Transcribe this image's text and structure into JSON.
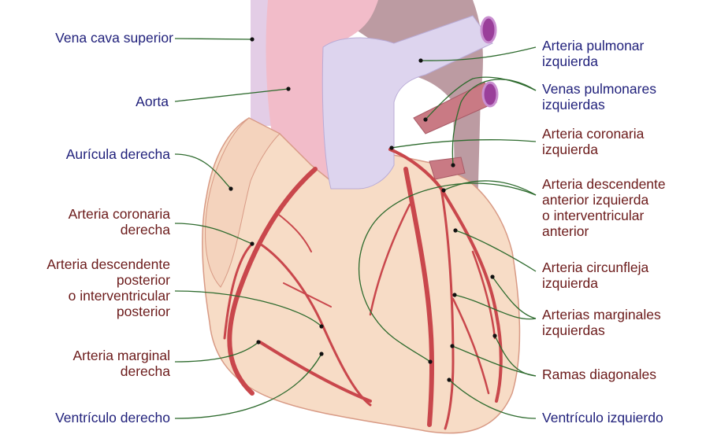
{
  "colors": {
    "left_label_blue": "#1f1f7a",
    "label_dark_red": "#6b1a1a",
    "leader_green": "#2e6b2e",
    "heart_fill": "#f7dcc6",
    "artery_red": "#c9474c",
    "vessel_lavender": "#ddd4ee",
    "aorta_pink": "#f2bcc9"
  },
  "labels_left": [
    {
      "id": "vena-cava-superior",
      "lines": [
        "Vena cava superior"
      ],
      "color": "blue"
    },
    {
      "id": "aorta",
      "lines": [
        "Aorta"
      ],
      "color": "blue"
    },
    {
      "id": "auricula-derecha",
      "lines": [
        "Aurícula derecha"
      ],
      "color": "blue"
    },
    {
      "id": "arteria-coronaria-derecha",
      "lines": [
        "Arteria coronaria",
        "derecha"
      ],
      "color": "red"
    },
    {
      "id": "arteria-descendente-posterior",
      "lines": [
        "Arteria descendente",
        "posterior",
        "o interventricular",
        "posterior"
      ],
      "color": "red"
    },
    {
      "id": "arteria-marginal-derecha",
      "lines": [
        "Arteria marginal",
        "derecha"
      ],
      "color": "red"
    },
    {
      "id": "ventriculo-derecho",
      "lines": [
        "Ventrículo derecho"
      ],
      "color": "blue"
    }
  ],
  "labels_right": [
    {
      "id": "arteria-pulmonar-izquierda",
      "lines": [
        "Arteria pulmonar",
        "izquierda"
      ],
      "color": "blue"
    },
    {
      "id": "venas-pulmonares-izquierdas",
      "lines": [
        "Venas pulmonares",
        "izquierdas"
      ],
      "color": "blue"
    },
    {
      "id": "arteria-coronaria-izquierda",
      "lines": [
        "Arteria coronaria",
        "izquierda"
      ],
      "color": "red"
    },
    {
      "id": "arteria-descendente-anterior",
      "lines": [
        "Arteria descendente",
        "anterior izquierda",
        "o interventricular",
        "anterior"
      ],
      "color": "red"
    },
    {
      "id": "arteria-circunfleja-izquierda",
      "lines": [
        "Arteria circunfleja",
        "izquierda"
      ],
      "color": "red"
    },
    {
      "id": "arterias-marginales-izquierdas",
      "lines": [
        "Arterias marginales",
        "izquierdas"
      ],
      "color": "red"
    },
    {
      "id": "ramas-diagonales",
      "lines": [
        "Ramas diagonales"
      ],
      "color": "red"
    },
    {
      "id": "ventriculo-izquierdo",
      "lines": [
        "Ventrículo izquierdo"
      ],
      "color": "blue"
    }
  ]
}
